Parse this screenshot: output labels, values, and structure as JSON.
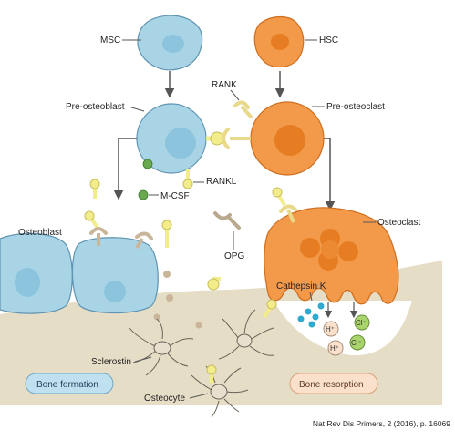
{
  "labels": {
    "msc": "MSC",
    "hsc": "HSC",
    "rank": "RANK",
    "pre_osteoblast": "Pre-osteoblast",
    "pre_osteoclast": "Pre-osteoclast",
    "rankl": "RANKL",
    "mcsf": "M-CSF",
    "osteoblast": "Osteoblast",
    "opg": "OPG",
    "osteoclast": "Osteoclast",
    "cathepsin_k": "Cathepsin K",
    "sclerostin": "Sclerostin",
    "osteocyte": "Osteocyte"
  },
  "ions": {
    "proton": "H⁺",
    "chloride": "Cl⁻"
  },
  "pills": {
    "bone_formation": "Bone formation",
    "bone_resorption": "Bone resorption"
  },
  "citation": "Nat Rev Dis Primers, 2 (2016), p. 16069",
  "colors": {
    "blue_cell": "#a9d4e6",
    "blue_cell_stroke": "#5e94b2",
    "orange_cell": "#f29a4a",
    "orange_cell_stroke": "#cf6e1f",
    "yellow_ligand": "#f3ec8a",
    "receptor_tan": "#c9b59a",
    "opg_tan": "#b9a88e",
    "bone_matrix": "#e6ddc7",
    "mcsf_green": "#6aa84f",
    "cathepsin_blue": "#2ea9cf",
    "ion_green": "#a9d46b",
    "pill_blue": "#bfe0ef",
    "pill_orange": "#fbe0cc",
    "arrow": "#555555"
  }
}
